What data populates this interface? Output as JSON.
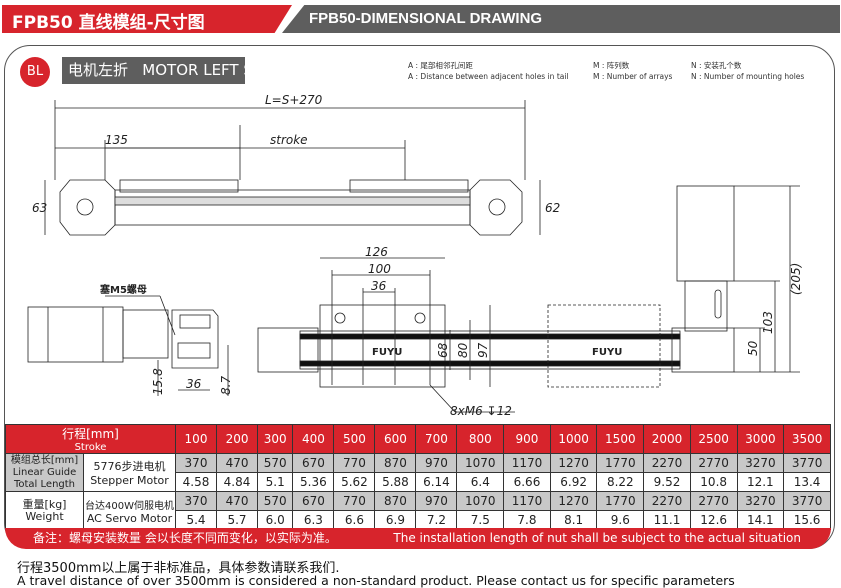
{
  "header": {
    "title_cn": "FPB50 直线模组-尺寸图",
    "title_en": "FPB50-DIMENSIONAL DRAWING"
  },
  "section": {
    "badge": "BL",
    "title": "电机左折   MOTOR LEFT SIDE"
  },
  "legend": [
    {
      "cn": "A : 尾部相邻孔间距",
      "en": "A : Distance between adjacent holes in tail"
    },
    {
      "cn": "M : 阵列数",
      "en": "M : Number of arrays"
    },
    {
      "cn": "N : 安装孔个数",
      "en": "N : Number of mounting holes"
    }
  ],
  "drawing": {
    "total": "L=S+270",
    "d135": "135",
    "stroke": "stroke",
    "d63": "63",
    "d62": "62",
    "d126": "126",
    "d100": "100",
    "d36a": "36",
    "d68": "68",
    "d80": "80",
    "d97": "97",
    "holes": "8xM6 ↧12",
    "d205": "(205)",
    "d103": "103",
    "d50": "50",
    "nut": "塞M5螺母",
    "d158": "15.8",
    "d36b": "36",
    "d87": "8.7",
    "logo": "FUYU"
  },
  "table": {
    "stroke_label_cn": "行程[mm]",
    "stroke_label_en": "Stroke",
    "strokes": [
      "100",
      "200",
      "300",
      "400",
      "500",
      "600",
      "700",
      "800",
      "900",
      "1000",
      "1500",
      "2000",
      "2500",
      "3000",
      "3500"
    ],
    "length_label": [
      "模组总长[mm]",
      "Linear Guide",
      "Total Length"
    ],
    "weight_label": [
      "重量[kg]",
      "Weight"
    ],
    "stepper": [
      "5776步进电机",
      "Stepper Motor"
    ],
    "servo": [
      "台达400W伺服电机",
      "AC Servo Motor"
    ],
    "stepper_length": [
      "370",
      "470",
      "570",
      "670",
      "770",
      "870",
      "970",
      "1070",
      "1170",
      "1270",
      "1770",
      "2270",
      "2770",
      "3270",
      "3770"
    ],
    "stepper_weight": [
      "4.58",
      "4.84",
      "5.1",
      "5.36",
      "5.62",
      "5.88",
      "6.14",
      "6.4",
      "6.66",
      "6.92",
      "8.22",
      "9.52",
      "10.8",
      "12.1",
      "13.4"
    ],
    "servo_length": [
      "370",
      "470",
      "570",
      "670",
      "770",
      "870",
      "970",
      "1070",
      "1170",
      "1270",
      "1770",
      "2270",
      "2770",
      "3270",
      "3770"
    ],
    "servo_weight": [
      "5.4",
      "5.7",
      "6.0",
      "6.3",
      "6.6",
      "6.9",
      "7.2",
      "7.5",
      "7.8",
      "8.1",
      "9.6",
      "11.1",
      "12.6",
      "14.1",
      "15.6"
    ]
  },
  "note": {
    "cn": "备注：螺母安装数量 会以长度不同而变化，以实际为准。",
    "en": "The installation length of nut shall be subject to the actual situation"
  },
  "footer": {
    "cn": "行程3500mm以上属于非标准品，具体参数请联系我们.",
    "en": "A travel distance of over 3500mm is considered a non-standard product. Please contact us for specific parameters"
  }
}
